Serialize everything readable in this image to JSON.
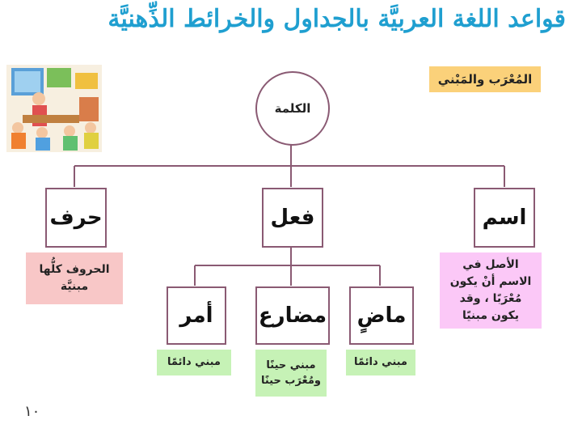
{
  "title": "قواعد اللغة العربيَّة بالجداول والخرائط الذِّهنيَّة",
  "tag_label": "المُعْرَب والمَبْني",
  "root": "الكلمة",
  "categories": {
    "noun": "اسم",
    "verb": "فعل",
    "particle": "حرف"
  },
  "notes": {
    "noun": "الأصل في الاسم أنْ يكون مُعْرَبًا ، وقد يكون مبنيًا",
    "particle": "الحروف كلُّها مبنيَّة"
  },
  "verb_types": {
    "past": "ماضٍ",
    "present": "مضارع",
    "imperative": "أمر"
  },
  "verb_notes": {
    "past": "مبني دائمًا",
    "present": "مبني حينًا ومُعْرَب حينًا",
    "imperative": "مبني دائمًا"
  },
  "page_number": "١٠",
  "colors": {
    "title": "#1f9fd0",
    "tag_bg": "#fbd17a",
    "box_border": "#8a5a73",
    "noun_note_bg": "#fbc8f7",
    "particle_note_bg": "#f8c7c7",
    "verb_note_bg": "#c6f2b6"
  }
}
